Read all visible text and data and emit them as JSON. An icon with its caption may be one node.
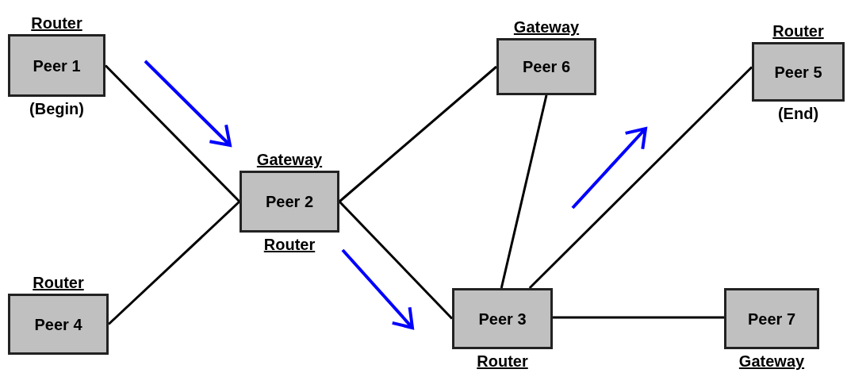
{
  "diagram": {
    "nodes": [
      {
        "text": [
          "Router",
          "Peer 1"
        ],
        "beside": [
          "(Begin)"
        ]
      },
      {
        "text": [
          "Gateway",
          "Peer 2",
          "Router"
        ]
      },
      {
        "text": [
          "Peer 3",
          "Router"
        ]
      },
      {
        "text": [
          "Router",
          "Peer 4"
        ]
      },
      {
        "text": [
          "Router",
          "Peer 5"
        ],
        "beside": [
          "(End)"
        ]
      },
      {
        "text": [
          "Gateway",
          "Peer 6"
        ]
      },
      {
        "text": [
          "Peer 7",
          "Gateway"
        ]
      }
    ],
    "edges": [
      {
        "from": 0,
        "to": 1,
        "arrow": "none"
      },
      {
        "from": 3,
        "to": 1,
        "arrow": "none"
      },
      {
        "from": 1,
        "to": 5,
        "arrow": "none"
      },
      {
        "from": 1,
        "to": 2,
        "arrow": "none"
      },
      {
        "from": 5,
        "to": 2,
        "arrow": "none"
      },
      {
        "from": 2,
        "to": 4,
        "arrow": "none"
      },
      {
        "from": 2,
        "to": 6,
        "arrow": "none"
      }
    ]
  }
}
